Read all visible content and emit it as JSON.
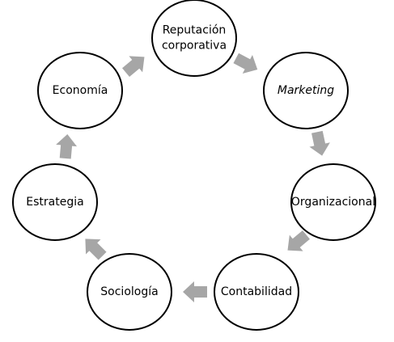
{
  "diagram": {
    "arrow_color": "#a6a6a6",
    "nodes": [
      {
        "id": "reputacion",
        "lines": [
          "Reputación",
          "corporativa"
        ],
        "italic": false
      },
      {
        "id": "marketing",
        "lines": [
          "Marketing"
        ],
        "italic": true
      },
      {
        "id": "organizacional",
        "lines": [
          "Organizacional"
        ],
        "italic": false
      },
      {
        "id": "contabilidad",
        "lines": [
          "Contabilidad"
        ],
        "italic": false
      },
      {
        "id": "sociologia",
        "lines": [
          "Sociología"
        ],
        "italic": false
      },
      {
        "id": "estrategia",
        "lines": [
          "Estrategia"
        ],
        "italic": false
      },
      {
        "id": "economia",
        "lines": [
          "Economía"
        ],
        "italic": false
      }
    ]
  }
}
